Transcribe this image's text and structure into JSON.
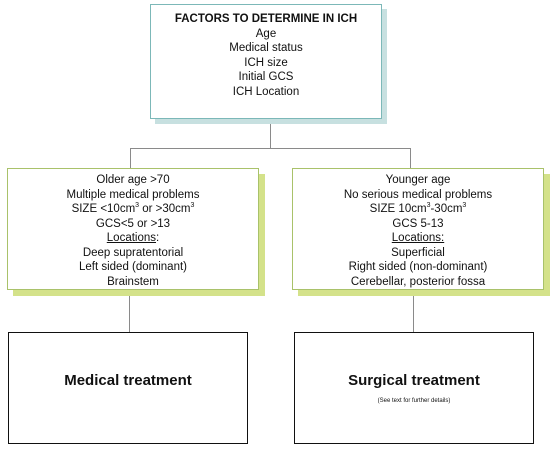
{
  "factors_box": {
    "title": "FACTORS TO DETERMINE IN ICH",
    "items": [
      "Age",
      "Medical status",
      "ICH size",
      "Initial GCS",
      "ICH Location"
    ]
  },
  "left_criteria": {
    "age": "Older age >70",
    "medical": "Multiple medical problems",
    "size_prefix": "SIZE <10cm",
    "size_sup1": "3",
    "size_mid": " or >30cm",
    "size_sup2": "3",
    "gcs": "GCS<5 or >13",
    "locations_heading": "Locations",
    "locations_colon": ":",
    "locations": [
      "Deep supratentorial",
      "Left sided (dominant)",
      "Brainstem"
    ]
  },
  "right_criteria": {
    "age": "Younger age",
    "medical": "No serious medical problems",
    "size_prefix": "SIZE 10cm",
    "size_sup1": "3",
    "size_mid": "-30cm",
    "size_sup2": "3",
    "gcs": "GCS 5-13",
    "locations_heading": "Locations:",
    "locations": [
      "Superficial",
      "Right sided (non-dominant)",
      "Cerebellar, posterior fossa"
    ]
  },
  "medical_treatment": {
    "label": "Medical treatment"
  },
  "surgical_treatment": {
    "label": "Surgical treatment",
    "note": "(See text for further details)"
  }
}
